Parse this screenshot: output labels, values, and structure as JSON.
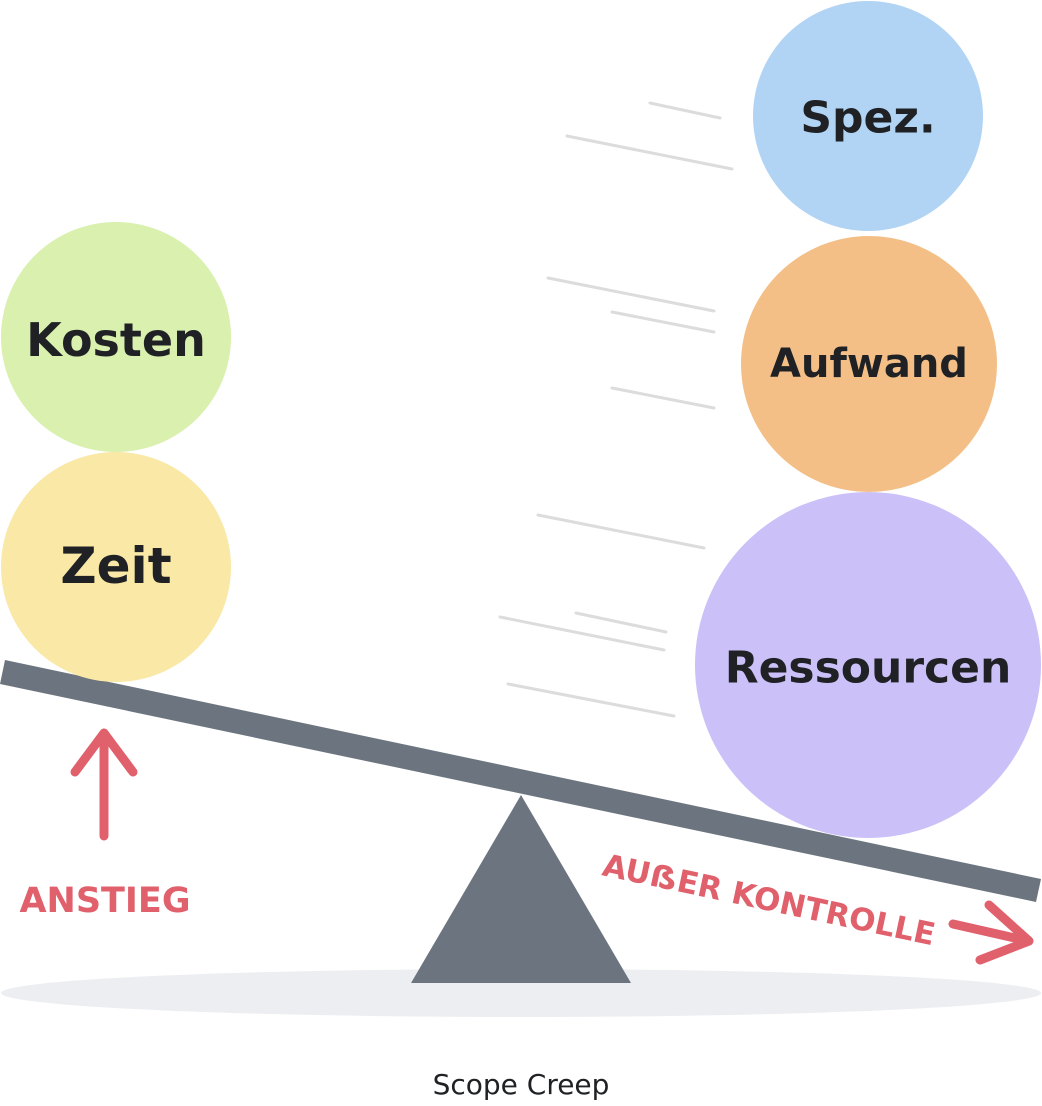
{
  "diagram": {
    "caption": "Scope Creep",
    "left_weights": {
      "top": "Kosten",
      "bottom": "Zeit"
    },
    "right_weights": {
      "top": "Spez.",
      "middle": "Aufwand",
      "bottom": "Ressourcen"
    },
    "left_annotation": "ANSTIEG",
    "right_annotation": "AUẞER KONTROLLE",
    "colors": {
      "kosten": "#d9f0ae",
      "zeit": "#f9e8a6",
      "spez": "#b1d4f5",
      "aufwand": "#f3bf86",
      "ressourcen": "#cbc1f8",
      "beam": "#6c757f",
      "fulcrum": "#6c757f",
      "ground": "#eceef2",
      "accent": "#e0606c",
      "motion_lines": "#dcdcdc",
      "text": "#1f2125"
    }
  }
}
